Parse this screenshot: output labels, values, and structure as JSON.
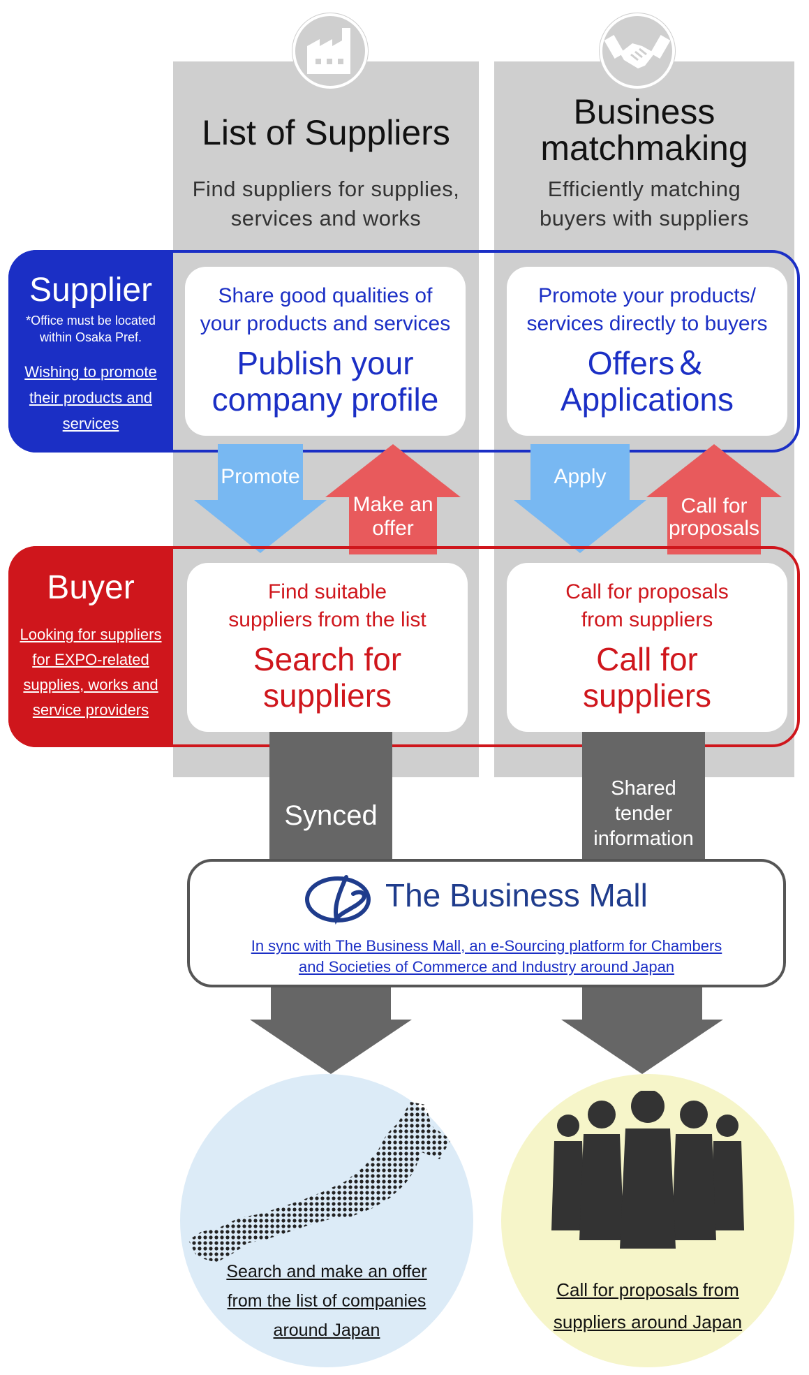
{
  "columns": {
    "suppliers_list": {
      "title": "List of Suppliers",
      "subtitle_line1": "Find suppliers for supplies,",
      "subtitle_line2": "services and works",
      "icon": "factory-icon"
    },
    "matchmaking": {
      "title_line1": "Business",
      "title_line2": "matchmaking",
      "subtitle_line1": "Efficiently matching",
      "subtitle_line2": "buyers with suppliers",
      "icon": "handshake-icon"
    }
  },
  "supplier": {
    "title": "Supplier",
    "note_line1": "*Office must be located",
    "note_line2": "within Osaka Pref.",
    "link_line1": "Wishing to promote",
    "link_line2": "their products  and",
    "link_line3": "services",
    "card_left": {
      "sub_line1": "Share good qualities of",
      "sub_line2": "your products and services",
      "main_line1": "Publish your",
      "main_line2": "company profile"
    },
    "card_right": {
      "sub_line1": "Promote your products/",
      "sub_line2": "services directly to buyers",
      "main_line1": "Offers＆",
      "main_line2": "Applications"
    }
  },
  "arrows": {
    "promote": "Promote",
    "make_offer_line1": "Make an",
    "make_offer_line2": "offer",
    "apply": "Apply",
    "call_line1": "Call for",
    "call_line2": "proposals"
  },
  "buyer": {
    "title": "Buyer",
    "link_line1": "Looking for suppliers",
    "link_line2": "for EXPO-related",
    "link_line3": "supplies, works and",
    "link_line4": "service providers",
    "card_left": {
      "sub_line1": "Find suitable",
      "sub_line2": "suppliers from the list",
      "main_line1": "Search for",
      "main_line2": "suppliers"
    },
    "card_right": {
      "sub_line1": "Call for proposals",
      "sub_line2": "from suppliers",
      "main_line1": "Call for",
      "main_line2": "suppliers"
    }
  },
  "connectors": {
    "synced": "Synced",
    "shared_line1": "Shared",
    "shared_line2": "tender",
    "shared_line3": "information"
  },
  "mall": {
    "name": "The Business Mall",
    "desc_line1": "In sync with The Business Mall, an e-Sourcing platform for Chambers",
    "desc_line2": "and Societies of Commerce and Industry around Japan"
  },
  "bottom": {
    "left_line1": "Search and make an offer",
    "left_line2": "from the list of companies",
    "left_line3": "around Japan",
    "right_line1": "Call for proposals from",
    "right_line2": "suppliers around Japan"
  },
  "colors": {
    "supplier_blue": "#1b2fc5",
    "buyer_red": "#cf161c",
    "arrow_blue": "#78b8f2",
    "arrow_red": "#e85a5c",
    "column_gray": "#cfcfcf",
    "connector_gray": "#666666",
    "left_circle": "#dcebf7",
    "right_circle": "#f6f5c9"
  }
}
